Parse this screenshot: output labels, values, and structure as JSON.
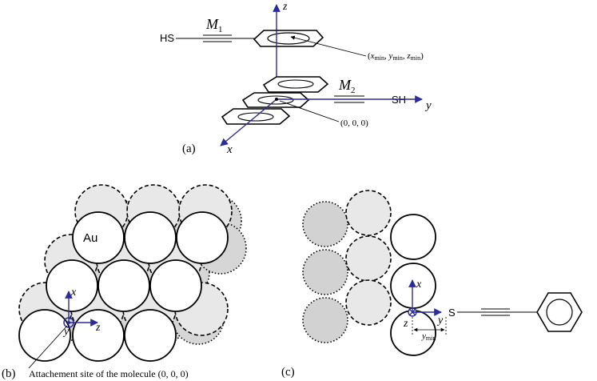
{
  "panel_a": {
    "label": "(a)",
    "axis_z": "z",
    "axis_y": "y",
    "axis_x": "x",
    "hs_left": "HS",
    "sh_right": "SH",
    "m1_letter": "M",
    "m1_sub": "1",
    "m2_letter": "M",
    "m2_sub": "2",
    "min_point": {
      "open": "(",
      "x": "x",
      "x_sub": "min",
      "sep1": ", ",
      "y": "y",
      "y_sub": "min",
      "sep2": ", ",
      "z": "z",
      "z_sub": "min",
      "close": ")"
    },
    "origin_point": "(0, 0, 0)"
  },
  "panel_b": {
    "label": "(b)",
    "au_label": "Au",
    "axis_x": "x",
    "axis_y": "y",
    "axis_z": "z",
    "caption": "Attachement site of the molecule (0, 0, 0)"
  },
  "panel_c": {
    "label": "(c)",
    "axis_x": "x",
    "axis_y": "y",
    "axis_z": "z",
    "s_atom": "S",
    "ymin_label": "y",
    "ymin_sub": "min"
  },
  "colors": {
    "axis": "#2b2b9a",
    "atom_light": "#e6e6e6",
    "atom_dark": "#d2d2d2",
    "line": "#000000"
  }
}
